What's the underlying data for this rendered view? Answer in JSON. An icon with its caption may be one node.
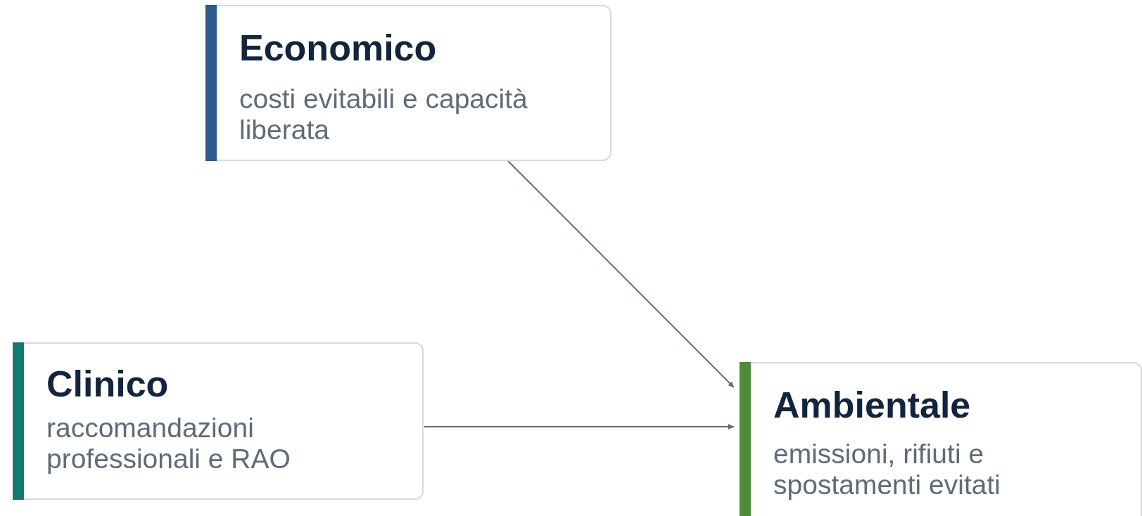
{
  "diagram": {
    "nodes": [
      {
        "text": [
          "Economico",
          "costi evitabili e capacità liberata"
        ]
      },
      {
        "text": [
          "Clinico",
          "raccomandazioni professionali e RAO"
        ]
      },
      {
        "text": [
          "Ambientale",
          "emissioni, rifiuti e spostamenti evitati"
        ]
      }
    ],
    "edges": [
      {
        "from": 0,
        "to": 2,
        "arrow": "to"
      },
      {
        "from": 1,
        "to": 2,
        "arrow": "to"
      }
    ]
  }
}
